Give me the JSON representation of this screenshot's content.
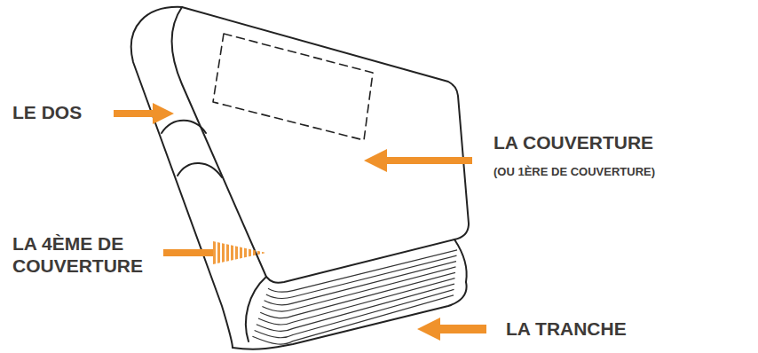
{
  "diagram": {
    "labels": [
      "LE DOS",
      "LA COUVERTURE",
      "(OU 1ÈRE DE COUVERTURE)",
      "LA 4ÈME DE COUVERTURE",
      "LA TRANCHE"
    ]
  }
}
